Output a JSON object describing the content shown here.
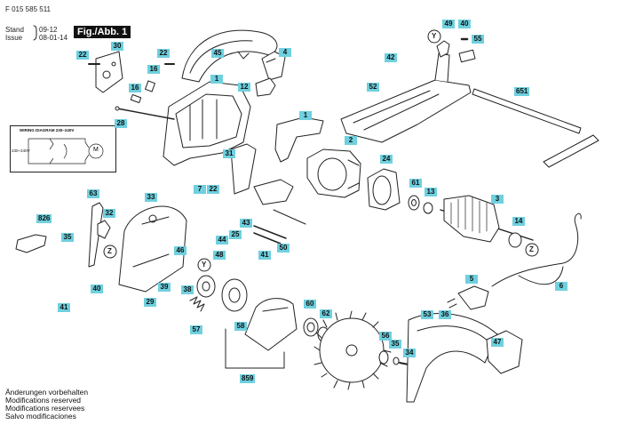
{
  "header": {
    "doc_number": "F 015 585 511",
    "stand_label": "Stand",
    "stand_value": "09-12",
    "issue_label": "Issue",
    "issue_value": "08-01-14",
    "figure_label": "Fig./Abb. 1"
  },
  "wiring_diagram": {
    "title": "WIRING DIAGRAM 230~240V",
    "voltage": "230~240V",
    "motor_symbol": "M"
  },
  "footer_notes": [
    "Änderungen vorbehalten",
    "Modifications reserved",
    "Modifications reservees",
    "Salvo modificaciones"
  ],
  "callouts": {
    "c1": "1",
    "c1b": "1",
    "c2": "2",
    "c3": "3",
    "c4": "4",
    "c5": "5",
    "c6": "6",
    "c7": "7",
    "c12": "12",
    "c13": "13",
    "c14": "14",
    "c16a": "16",
    "c16b": "16",
    "c22a": "22",
    "c22b": "22",
    "c22c": "22",
    "c24": "24",
    "c25": "25",
    "c28": "28",
    "c29": "29",
    "c30": "30",
    "c31": "31",
    "c32": "32",
    "c33": "33",
    "c34": "34",
    "c35a": "35",
    "c35b": "35",
    "c36": "36",
    "c38": "38",
    "c39": "39",
    "c40a": "40",
    "c40b": "40",
    "c41a": "41",
    "c41b": "41",
    "c42": "42",
    "c43": "43",
    "c44": "44",
    "c45": "45",
    "c46": "46",
    "c47": "47",
    "c48": "48",
    "c49": "49",
    "c50": "50",
    "c52": "52",
    "c53": "53",
    "c55": "55",
    "c56": "56",
    "c57": "57",
    "c58": "58",
    "c60": "60",
    "c61": "61",
    "c62": "62",
    "c63": "63",
    "c651": "651",
    "c826": "826",
    "c859": "859"
  },
  "markers": {
    "z_symbol": "Z",
    "y_symbol": "Y"
  }
}
